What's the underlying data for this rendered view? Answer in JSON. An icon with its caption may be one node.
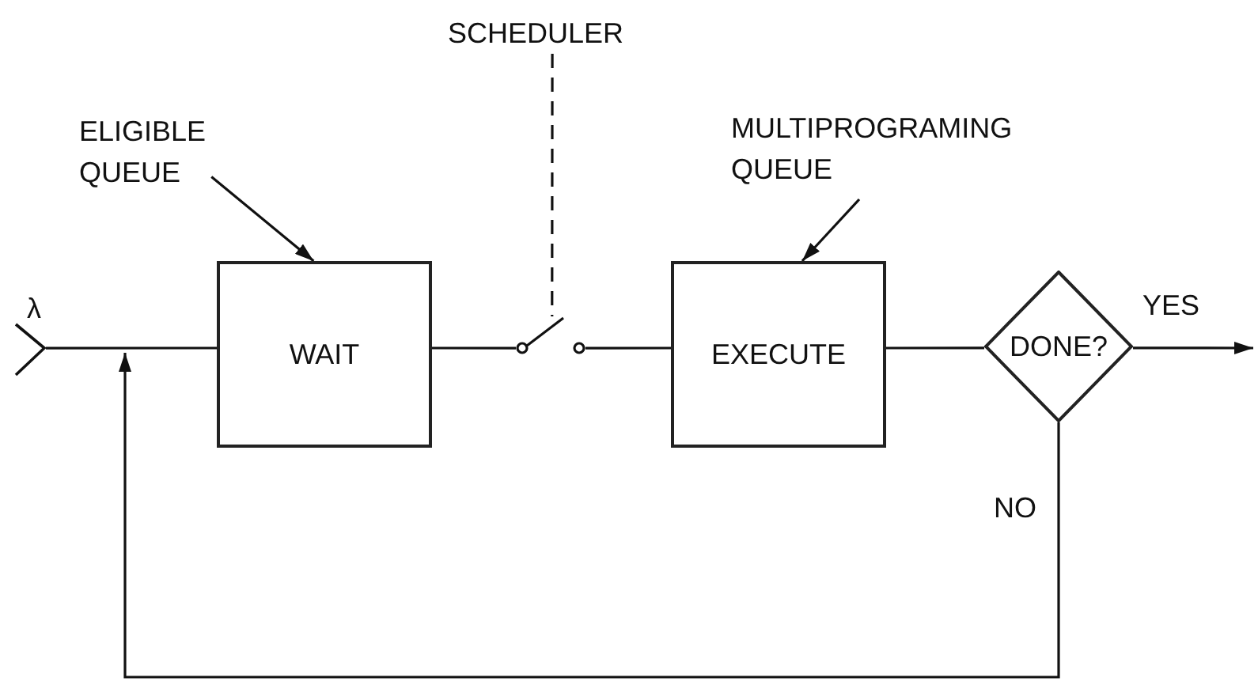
{
  "diagram": {
    "nodes": [
      {
        "text": [
          "λ"
        ]
      },
      {
        "text": [
          "ELIGIBLE QUEUE"
        ]
      },
      {
        "text": [
          "WAIT"
        ]
      },
      {
        "text": [
          "SCHEDULER"
        ]
      },
      {
        "text": [],
        "shape": "switch"
      },
      {
        "text": [
          "MULTIPROGRAMING QUEUE"
        ]
      },
      {
        "text": [
          "EXECUTE"
        ]
      },
      {
        "text": [
          "DONE?"
        ]
      }
    ],
    "edges": [
      {
        "from": 0,
        "to": 2,
        "arrow": "none"
      },
      {
        "from": 1,
        "to": 2,
        "arrow": "to"
      },
      {
        "from": 2,
        "to": 4,
        "arrow": "none"
      },
      {
        "from": 3,
        "to": 4,
        "arrow": "none",
        "style": "dashed"
      },
      {
        "from": 4,
        "to": 6,
        "arrow": "none"
      },
      {
        "from": 5,
        "to": 6,
        "arrow": "to"
      },
      {
        "from": 6,
        "to": 7,
        "arrow": "none"
      },
      {
        "from": 7,
        "to": null,
        "arrow": "to",
        "label": "YES"
      },
      {
        "from": 7,
        "to": null,
        "arrow": "to",
        "label": "NO"
      }
    ]
  }
}
